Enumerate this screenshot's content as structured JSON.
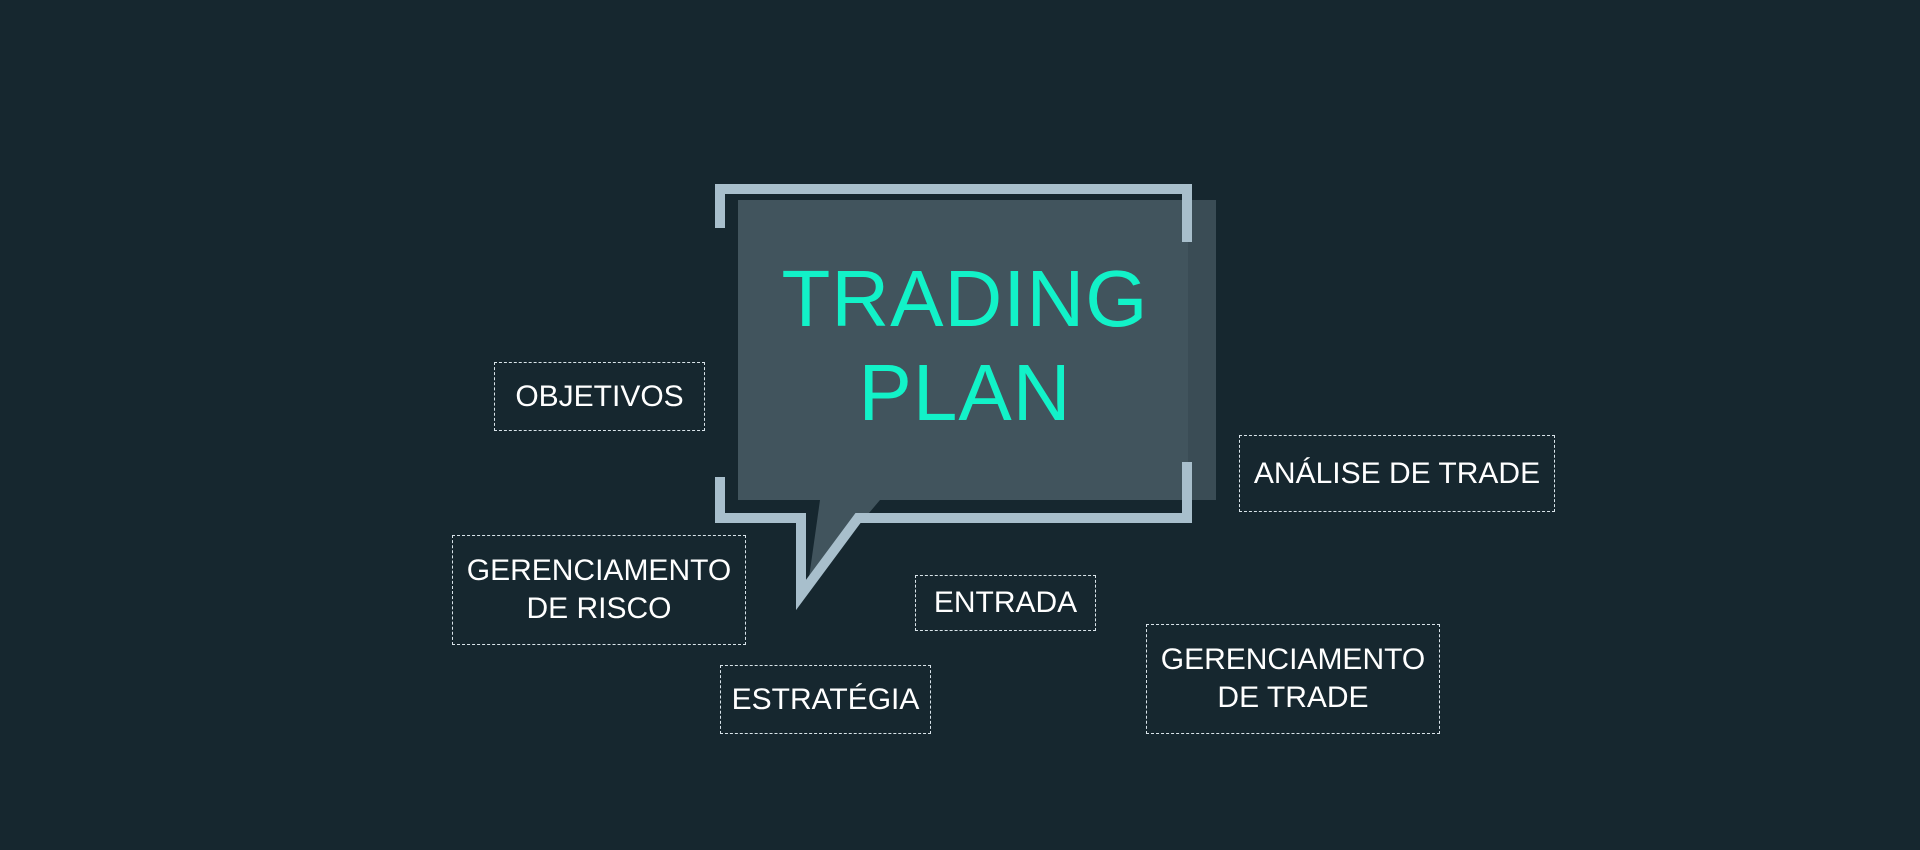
{
  "colors": {
    "background": "#16272f",
    "bubble_fill": "#41545d",
    "bubble_shadow": "#3a4c55",
    "bubble_frame": "#a8bfcc",
    "title": "#12f2c8",
    "tag_text": "#ffffff",
    "tag_border": "#d9e4ea"
  },
  "diagram": {
    "title_lines": [
      "TRADING",
      "PLAN"
    ],
    "tags": [
      {
        "id": "objetivos",
        "lines": [
          "OBJETIVOS"
        ]
      },
      {
        "id": "gerenciamento-risco",
        "lines": [
          "GERENCIAMENTO",
          "DE RISCO"
        ]
      },
      {
        "id": "estrategia",
        "lines": [
          "ESTRATÉGIA"
        ]
      },
      {
        "id": "entrada",
        "lines": [
          "ENTRADA"
        ]
      },
      {
        "id": "analise-trade",
        "lines": [
          "ANÁLISE DE TRADE"
        ]
      },
      {
        "id": "gerenciamento-trade",
        "lines": [
          "GERENCIAMENTO",
          "DE TRADE"
        ]
      }
    ]
  }
}
